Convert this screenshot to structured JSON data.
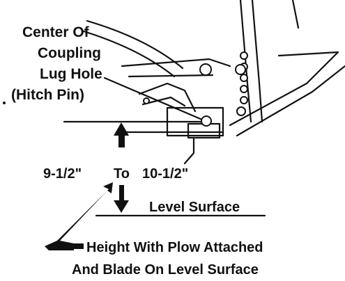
{
  "diagram": {
    "callout_lines": [
      "Center Of",
      "Coupling",
      "Lug Hole",
      "(Hitch Pin)"
    ],
    "measurement": {
      "low": "9-1/2\"",
      "connector": "To",
      "high": "10-1/2\""
    },
    "surface_label": "Level Surface",
    "caption_lines": [
      "Height With Plow Attached",
      "And Blade On Level Surface"
    ]
  },
  "colors": {
    "ink": "#111111",
    "paper": "#ffffff"
  }
}
